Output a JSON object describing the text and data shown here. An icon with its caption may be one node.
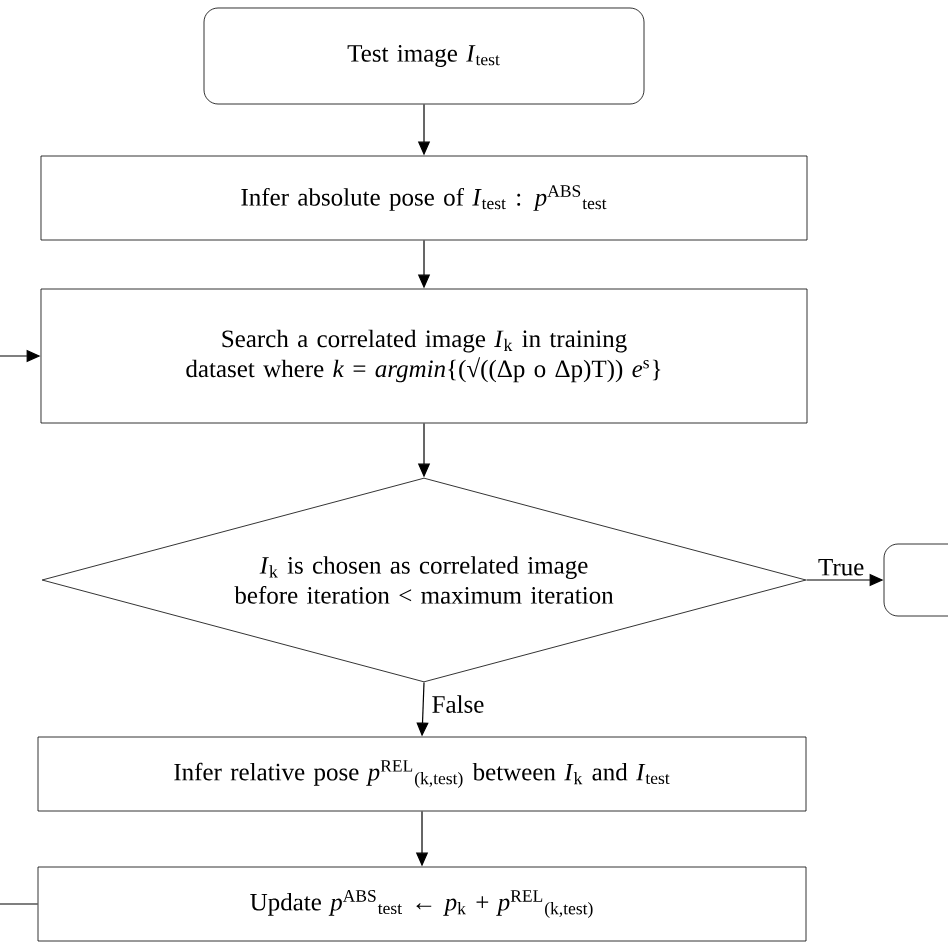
{
  "diagram": {
    "nodes": [
      {
        "text": [
          "Test image *I*$_{test}$"
        ]
      },
      {
        "text": [
          "Infer absolute pose of *I*$_{test}$ : *p*$^{ABS}$$_{test}$"
        ]
      },
      {
        "text": [
          "Search a correlated image *I*$_{k}$ in training dataset where *k* = *argmin*{(√((Δp o Δp)T)) *e*$^{s}$}"
        ]
      },
      {
        "text": [
          "*I*$_{k}$ is chosen as correlated image before iteration < maximum iteration"
        ]
      },
      {
        "text": [],
        "shape": "box"
      },
      {
        "text": [
          "Infer relative pose *p*$^{REL}$$_{(k,test)}$ between *I*$_{k}$ and *I*$_{test}$"
        ]
      },
      {
        "text": [
          "Update *p*$^{ABS}$$_{test}$ ← *p*$_{k}$ + *p*$^{REL}$$_{(k,test)}$"
        ]
      }
    ],
    "edges": [
      {
        "from": 0,
        "to": 1,
        "arrow": "to"
      },
      {
        "from": 1,
        "to": 2,
        "arrow": "to"
      },
      {
        "from": 2,
        "to": 3,
        "arrow": "to"
      },
      {
        "from": 3,
        "to": 4,
        "arrow": "to",
        "label": "True"
      },
      {
        "from": 3,
        "to": 5,
        "arrow": "to",
        "label": "False"
      },
      {
        "from": 5,
        "to": 6,
        "arrow": "to"
      },
      {
        "from": 6,
        "to": 2,
        "arrow": "to"
      }
    ]
  }
}
